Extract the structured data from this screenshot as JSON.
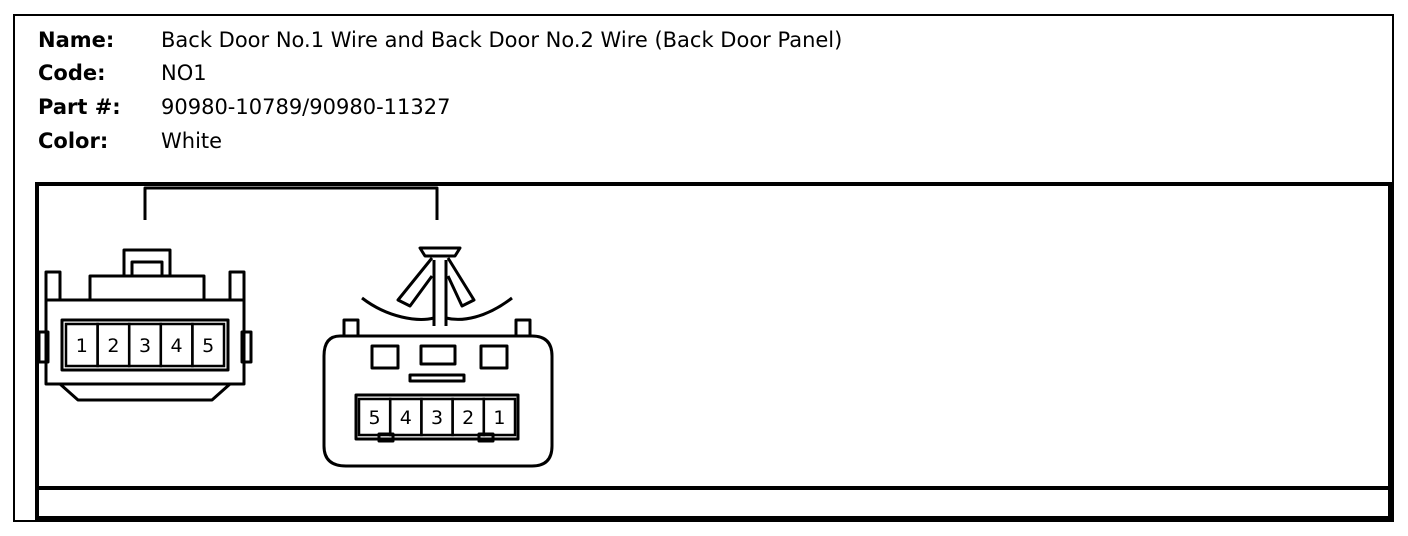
{
  "info": {
    "name_label": "Name:",
    "name_value": "Back Door No.1 Wire and Back Door No.2 Wire (Back Door Panel)",
    "code_label": "Code:",
    "code_value": "NO1",
    "part_label": "Part #:",
    "part_value": "90980-10789/90980-11327",
    "color_label": "Color:",
    "color_value": "White"
  },
  "connectors": {
    "left_pins": [
      "1",
      "2",
      "3",
      "4",
      "5"
    ],
    "right_pins": [
      "5",
      "4",
      "3",
      "2",
      "1"
    ]
  }
}
